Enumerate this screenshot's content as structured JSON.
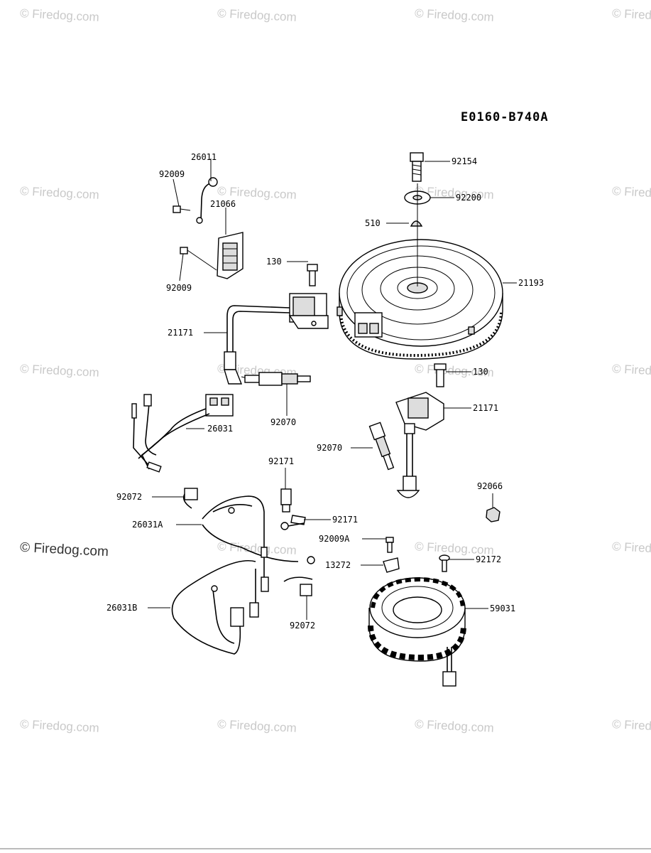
{
  "diagram": {
    "code": "E0160-B740A",
    "watermark_text": "© Firedog.com",
    "main_watermark_text": "© Firedog.com",
    "callouts": {
      "c26011": "26011",
      "c92009a": "92009",
      "c21066": "21066",
      "c92009b": "92009",
      "c130a": "130",
      "c21171a": "21171",
      "c92070a": "92070",
      "c26031": "26031",
      "c92154": "92154",
      "c92200": "92200",
      "c510": "510",
      "c21193": "21193",
      "c130b": "130",
      "c21171b": "21171",
      "c92070b": "92070",
      "c92171a": "92171",
      "c92072a": "92072",
      "c26031a": "26031A",
      "c92171b": "92171",
      "c92009A": "92009A",
      "c13272": "13272",
      "c92066": "92066",
      "c92172": "92172",
      "c59031": "59031",
      "c26031b": "26031B",
      "c92072b": "92072"
    }
  }
}
